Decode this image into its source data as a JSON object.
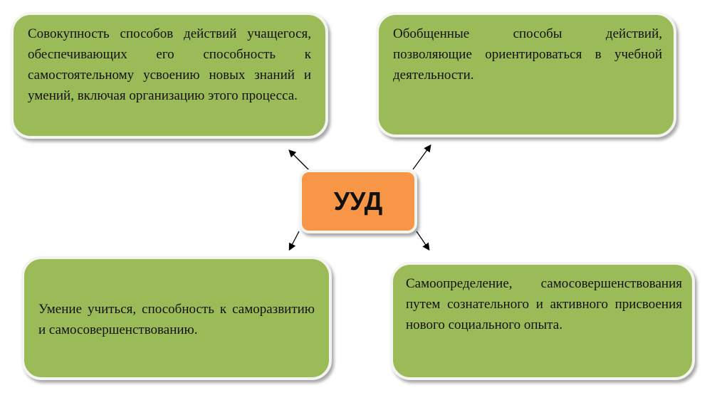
{
  "center": {
    "label": "УУД"
  },
  "boxes": [
    {
      "text": "Совокупность способов действий учащегося, обеспечивающих его способность к самостоятельному усвоению новых знаний и умений, включая организацию этого процесса."
    },
    {
      "text": "Обобщенные способы действий, позволяющие ориентироваться в учебной деятельности."
    },
    {
      "text": "Умение учиться, способность к саморазвитию и самосовершенствованию."
    },
    {
      "text": "Самоопределение, самосовершенствования путем сознательного и активного присвоения нового социального опыта."
    }
  ],
  "colors": {
    "box": "#9bbb59",
    "center": "#f79646"
  }
}
